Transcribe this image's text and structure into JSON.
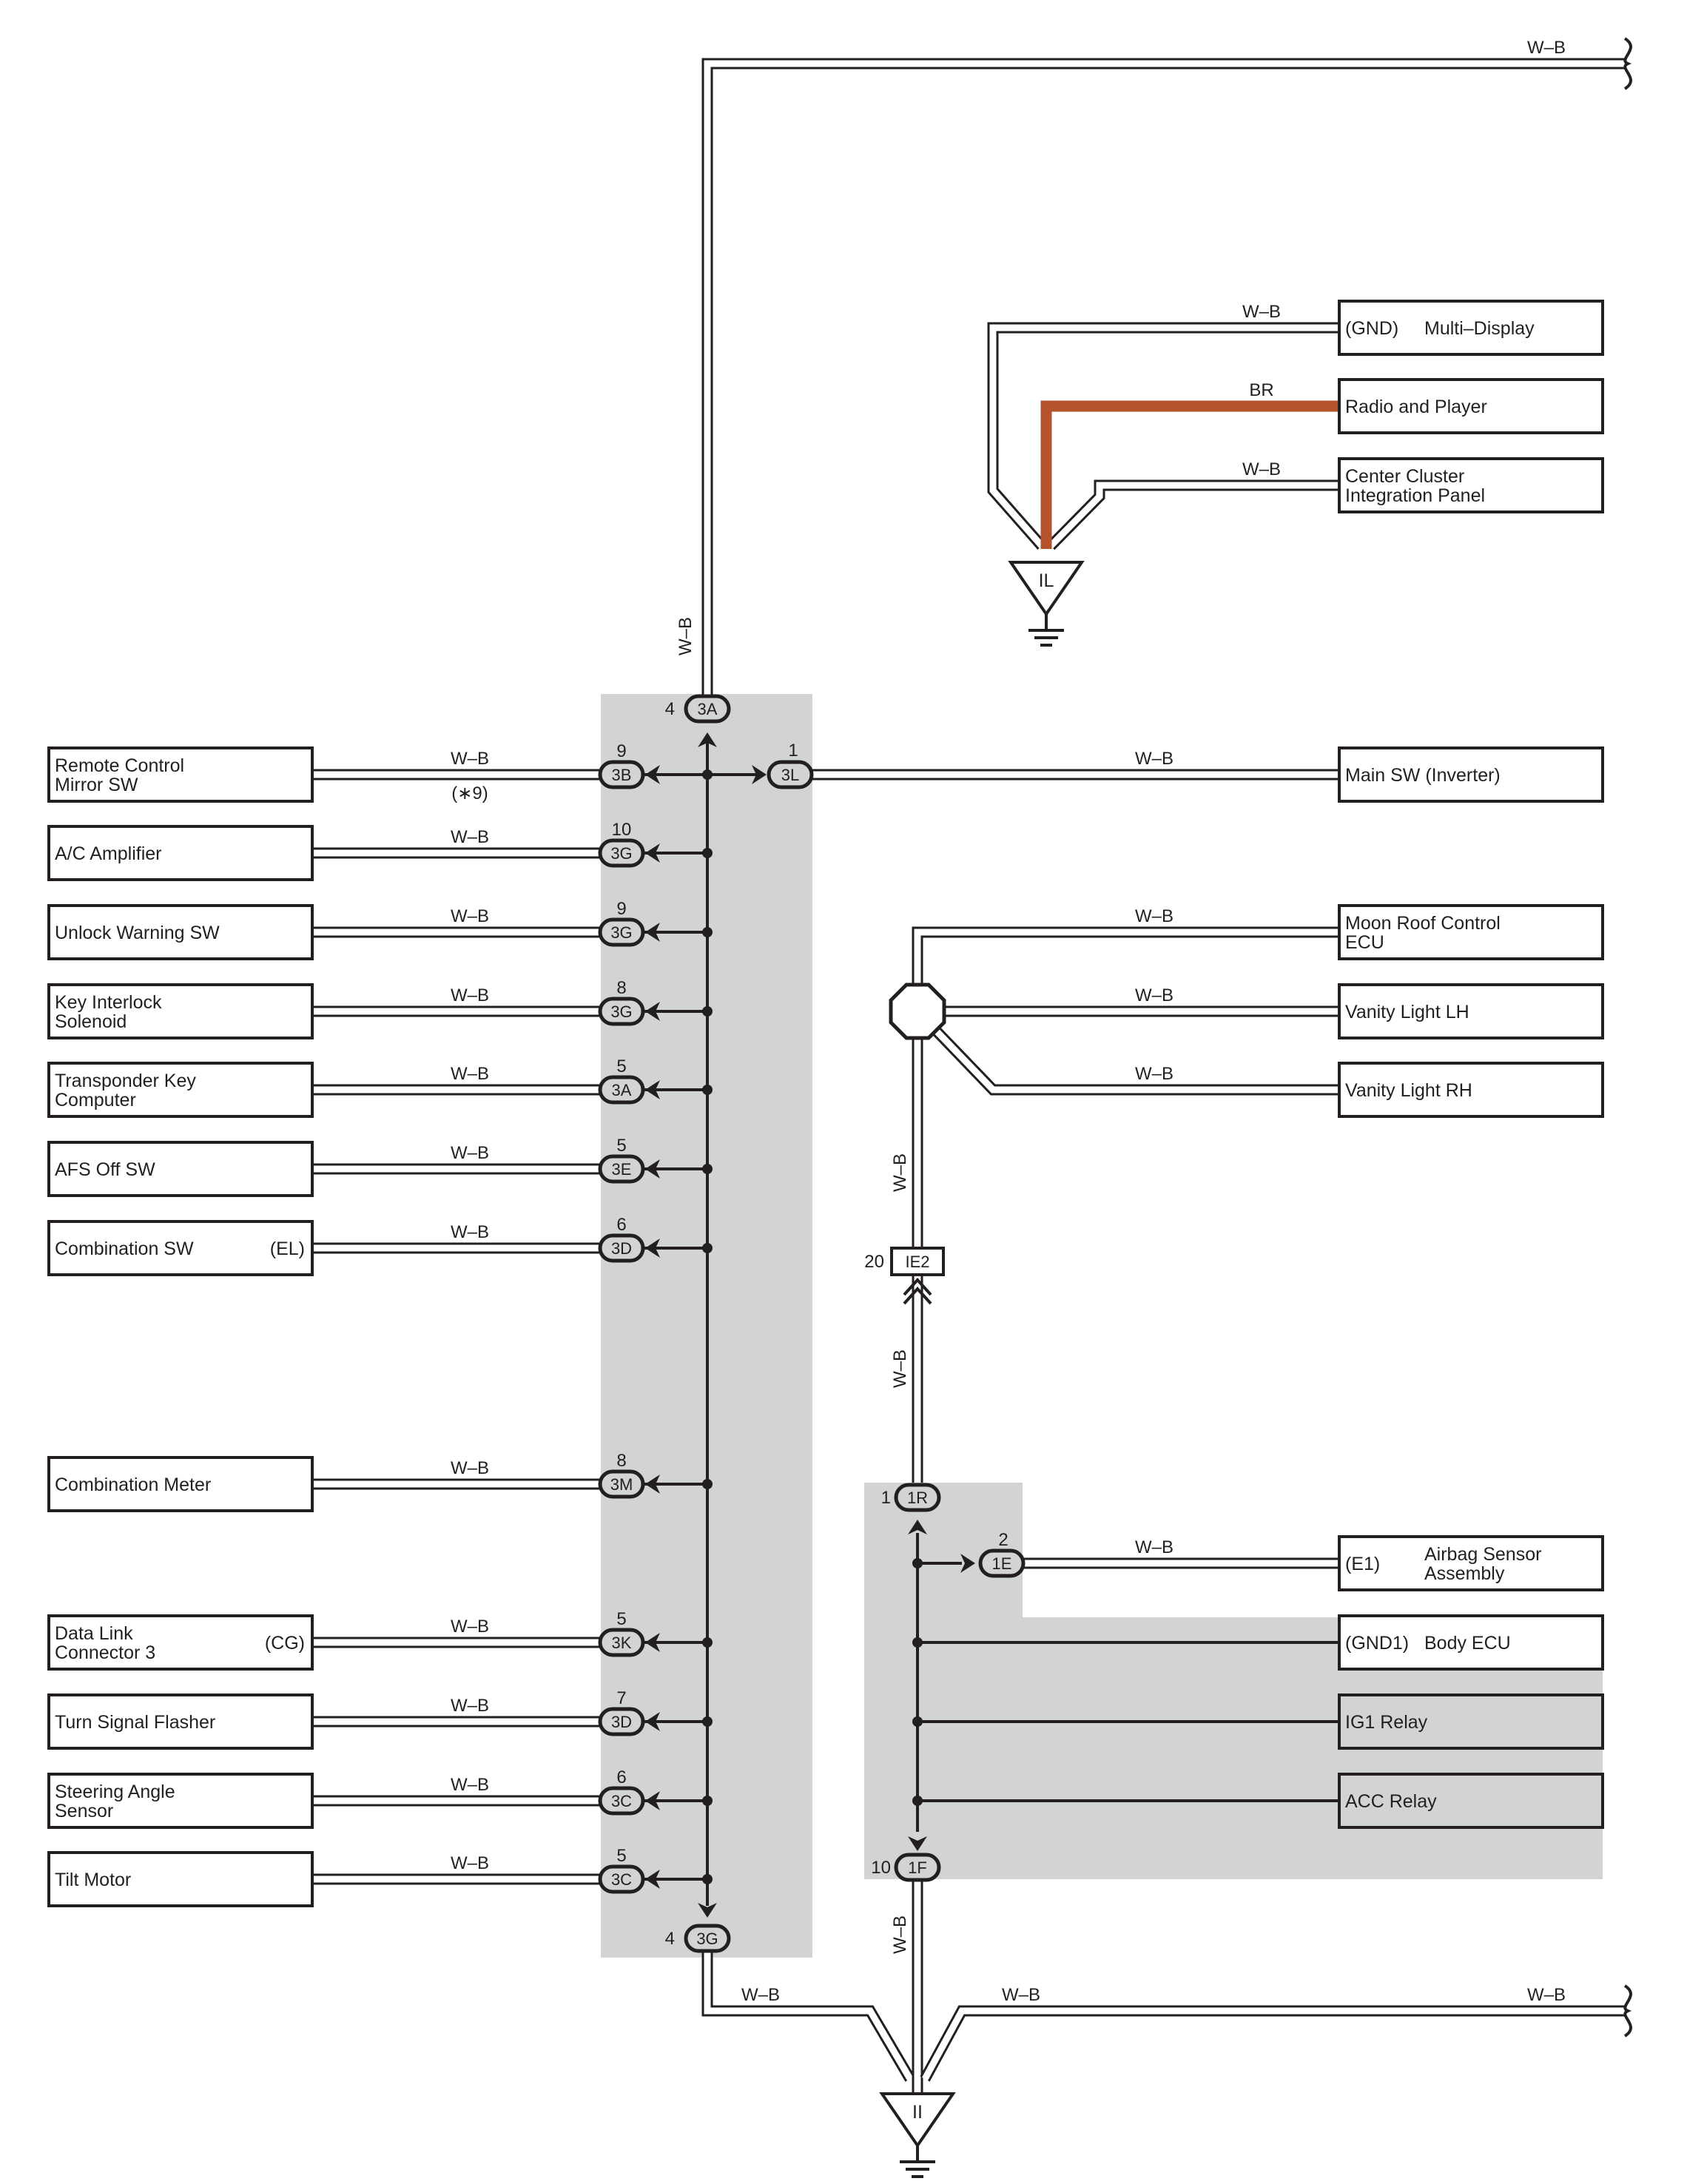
{
  "colors": {
    "wire_outline": "#231f20",
    "wire_fill": "#ffffff",
    "junction_block": "#d1d3d4",
    "br_wire": "#b5542c",
    "component_fill_shaded": "#d1d3d4"
  },
  "wire_colors": {
    "wb": "W–B",
    "br": "BR"
  },
  "top_off_page_label": "W–B",
  "left_components": [
    {
      "id": "remote-control-mirror-sw",
      "line1": "Remote Control",
      "line2": "Mirror SW",
      "suffix": "",
      "wire": "W–B",
      "pin": "9",
      "conn": "3B",
      "note": "(∗9)"
    },
    {
      "id": "ac-amplifier",
      "line1": "A/C Amplifier",
      "line2": "",
      "suffix": "",
      "wire": "W–B",
      "pin": "10",
      "conn": "3G",
      "note": ""
    },
    {
      "id": "unlock-warning-sw",
      "line1": "Unlock Warning SW",
      "line2": "",
      "suffix": "",
      "wire": "W–B",
      "pin": "9",
      "conn": "3G",
      "note": ""
    },
    {
      "id": "key-interlock-solenoid",
      "line1": "Key Interlock",
      "line2": "Solenoid",
      "suffix": "",
      "wire": "W–B",
      "pin": "8",
      "conn": "3G",
      "note": ""
    },
    {
      "id": "transponder-key-computer",
      "line1": "Transponder Key",
      "line2": "Computer",
      "suffix": "",
      "wire": "W–B",
      "pin": "5",
      "conn": "3A",
      "note": ""
    },
    {
      "id": "afs-off-sw",
      "line1": "AFS Off SW",
      "line2": "",
      "suffix": "",
      "wire": "W–B",
      "pin": "5",
      "conn": "3E",
      "note": ""
    },
    {
      "id": "combination-sw",
      "line1": "Combination SW",
      "line2": "",
      "suffix": "(EL)",
      "wire": "W–B",
      "pin": "6",
      "conn": "3D",
      "note": ""
    },
    {
      "id": "combination-meter",
      "line1": "Combination Meter",
      "line2": "",
      "suffix": "",
      "wire": "W–B",
      "pin": "8",
      "conn": "3M",
      "note": ""
    },
    {
      "id": "data-link-connector-3",
      "line1": "Data Link",
      "line2": "Connector 3",
      "suffix": "(CG)",
      "wire": "W–B",
      "pin": "5",
      "conn": "3K",
      "note": ""
    },
    {
      "id": "turn-signal-flasher",
      "line1": "Turn Signal Flasher",
      "line2": "",
      "suffix": "",
      "wire": "W–B",
      "pin": "7",
      "conn": "3D",
      "note": ""
    },
    {
      "id": "steering-angle-sensor",
      "line1": "Steering Angle",
      "line2": "Sensor",
      "suffix": "",
      "wire": "W–B",
      "pin": "6",
      "conn": "3C",
      "note": ""
    },
    {
      "id": "tilt-motor",
      "line1": "Tilt Motor",
      "line2": "",
      "suffix": "",
      "wire": "W–B",
      "pin": "5",
      "conn": "3C",
      "note": ""
    }
  ],
  "junction_left": {
    "top_pin": "4",
    "top_conn": "3A",
    "bottom_pin": "4",
    "bottom_conn": "3G",
    "vertical_wire": "W–B",
    "right_pin": "1",
    "right_conn": "3L"
  },
  "main_sw": {
    "label": "Main SW (Inverter)",
    "wire": "W–B"
  },
  "ground_il": {
    "name": "IL",
    "components": [
      {
        "id": "multi-display",
        "prefix": "(GND)",
        "line1": "Multi–Display",
        "line2": "",
        "wire": "W–B"
      },
      {
        "id": "radio-and-player",
        "prefix": "",
        "line1": "Radio and Player",
        "line2": "",
        "wire": "BR"
      },
      {
        "id": "center-cluster",
        "prefix": "",
        "line1": "Center Cluster",
        "line2": "Integration Panel",
        "wire": "W–B"
      }
    ]
  },
  "splice_group": {
    "components": [
      {
        "id": "moon-roof-control-ecu",
        "line1": "Moon Roof Control",
        "line2": "ECU",
        "wire": "W–B"
      },
      {
        "id": "vanity-light-lh",
        "line1": "Vanity Light LH",
        "line2": "",
        "wire": "W–B"
      },
      {
        "id": "vanity-light-rh",
        "line1": "Vanity Light RH",
        "line2": "",
        "wire": "W–B"
      }
    ],
    "vertical_wire_upper": "W–B",
    "ie2_pin": "20",
    "ie2_conn": "IE2",
    "vertical_wire_lower": "W–B"
  },
  "junction_right": {
    "top_pin": "1",
    "top_conn": "1R",
    "e_pin": "2",
    "e_conn": "1E",
    "bottom_pin": "10",
    "bottom_conn": "1F",
    "components": [
      {
        "id": "airbag-sensor-assembly",
        "prefix": "(E1)",
        "line1": "Airbag Sensor",
        "line2": "Assembly",
        "wire": "W–B",
        "shaded": false
      },
      {
        "id": "body-ecu",
        "prefix": "(GND1)",
        "line1": "Body ECU",
        "line2": "",
        "wire": "",
        "shaded": false
      },
      {
        "id": "ig1-relay",
        "prefix": "",
        "line1": "IG1 Relay",
        "line2": "",
        "wire": "",
        "shaded": true
      },
      {
        "id": "acc-relay",
        "prefix": "",
        "line1": "ACC Relay",
        "line2": "",
        "wire": "",
        "shaded": true
      }
    ],
    "vertical_wire_bottom": "W–B"
  },
  "ground_ii": {
    "name": "II",
    "left_wire": "W–B",
    "right_wire": "W–B",
    "off_page_wire": "W–B"
  }
}
